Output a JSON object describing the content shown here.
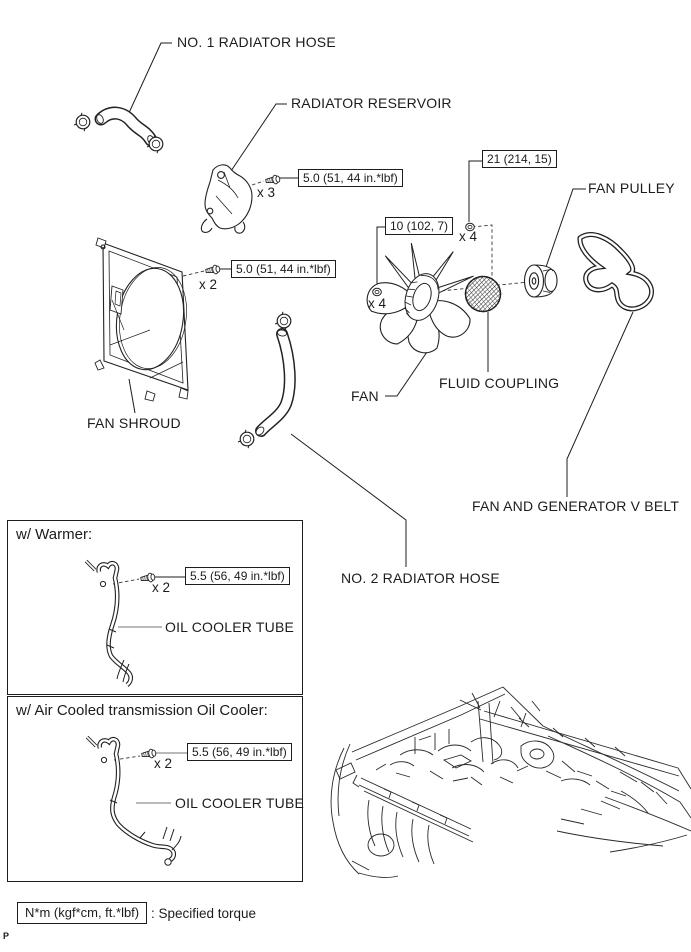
{
  "page": {
    "marker": "P"
  },
  "diagram": {
    "part_labels": {
      "no1_radiator_hose": "NO. 1 RADIATOR HOSE",
      "radiator_reservoir": "RADIATOR RESERVOIR",
      "fan_pulley": "FAN PULLEY",
      "fan_shroud": "FAN SHROUD",
      "fan": "FAN",
      "fluid_coupling": "FLUID COUPLING",
      "fan_and_generator_v_belt": "FAN AND GENERATOR V BELT",
      "no2_radiator_hose": "NO. 2 RADIATOR HOSE",
      "oil_cooler_tube": "OIL COOLER TUBE"
    },
    "torque_specs": {
      "reservoir_bolt": "5.0 (51, 44 in.*lbf)",
      "shroud_bolt": "5.0 (51, 44 in.*lbf)",
      "coupling_nut": "21 (214, 15)",
      "fan_nut": "10 (102, 7)",
      "oil_cooler_bolt": "5.5 (56, 49 in.*lbf)"
    },
    "quantities": {
      "x2": "x 2",
      "x3": "x 3",
      "x4": "x 4"
    },
    "option_sections": {
      "warmer": {
        "title": "w/ Warmer:"
      },
      "air_cooled": {
        "title": "w/ Air Cooled transmission Oil Cooler:"
      }
    },
    "legend": {
      "unit_box": "N*m (kgf*cm, ft.*lbf)",
      "description": ": Specified torque"
    }
  }
}
